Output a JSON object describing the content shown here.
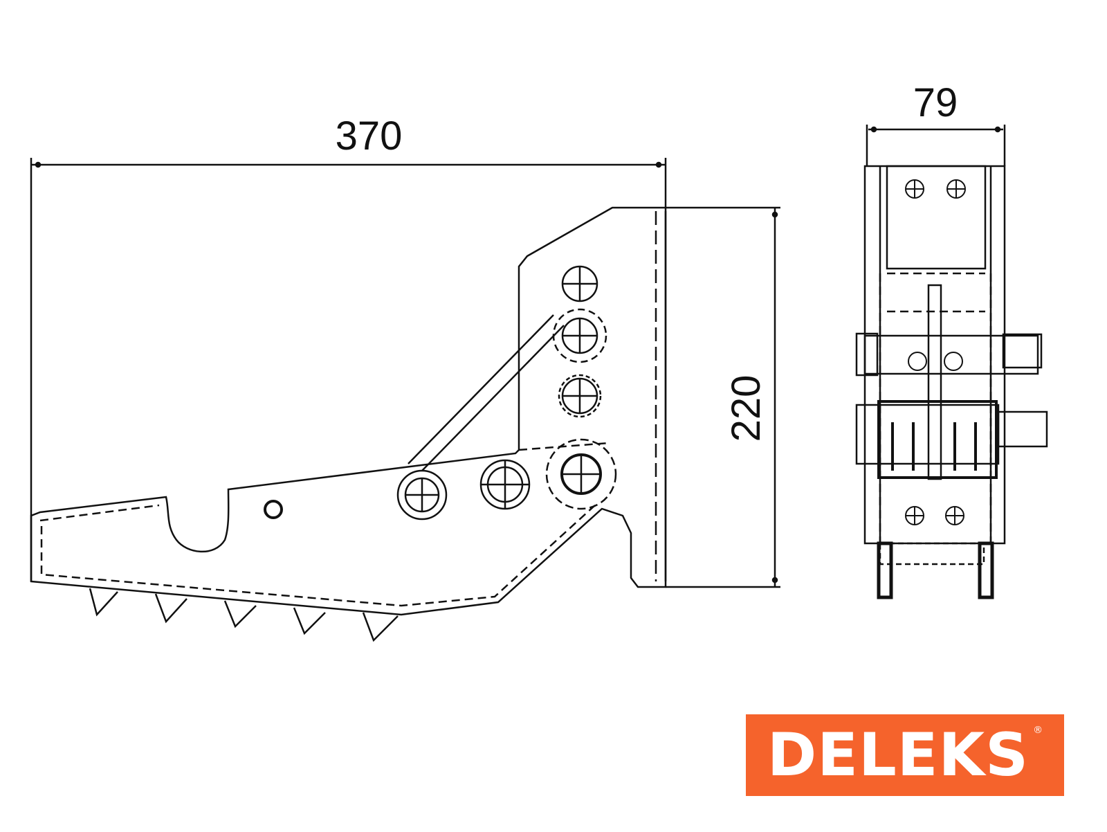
{
  "dimensions": {
    "length": "370",
    "height": "220",
    "width": "79"
  },
  "logo": {
    "text": "DELEKS",
    "registered": "®",
    "color": "#F5632C"
  }
}
